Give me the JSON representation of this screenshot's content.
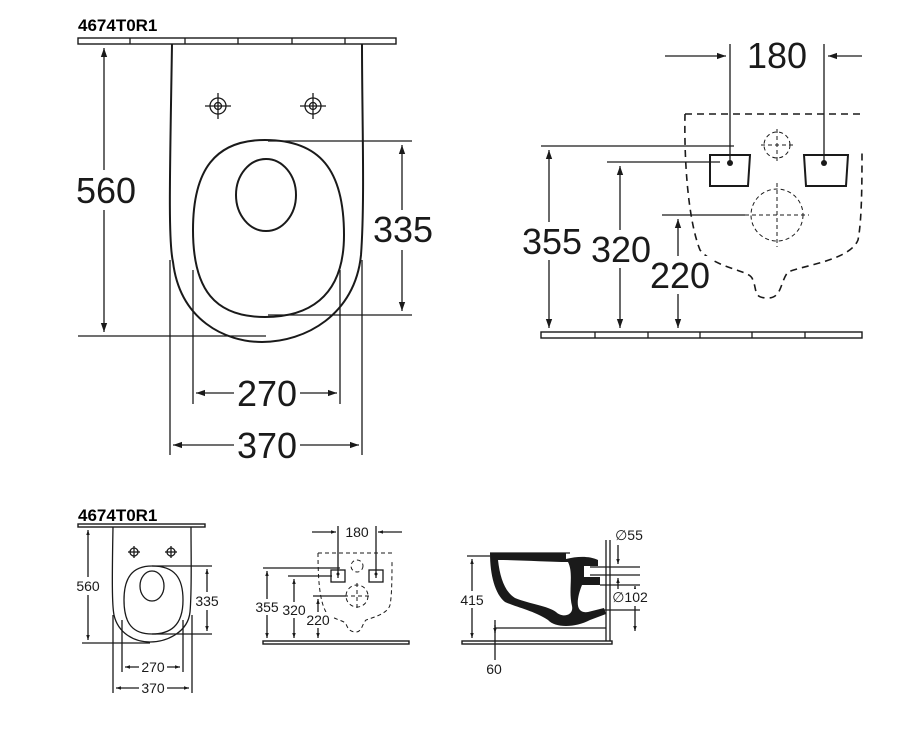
{
  "model_code": "4674T0R1",
  "model_code_small": "4674T0R1",
  "top_view": {
    "height_label": "560",
    "seat_depth_label": "335",
    "inner_width_label": "270",
    "outer_width_label": "370"
  },
  "wall_view": {
    "fixing_spacing_label": "180",
    "fixing_height_label": "355",
    "connection_height_label": "320",
    "waste_height_label": "220"
  },
  "small_top_view": {
    "height_label": "560",
    "seat_depth_label": "335",
    "inner_width_label": "270",
    "outer_width_label": "370"
  },
  "small_wall_view": {
    "fixing_spacing_label": "180",
    "fixing_height_label": "355",
    "connection_height_label": "320",
    "waste_height_label": "220"
  },
  "side_view": {
    "rim_height_label": "415",
    "inlet_diameter_label": "∅55",
    "outlet_diameter_label": "∅102",
    "offset_label": "60"
  }
}
